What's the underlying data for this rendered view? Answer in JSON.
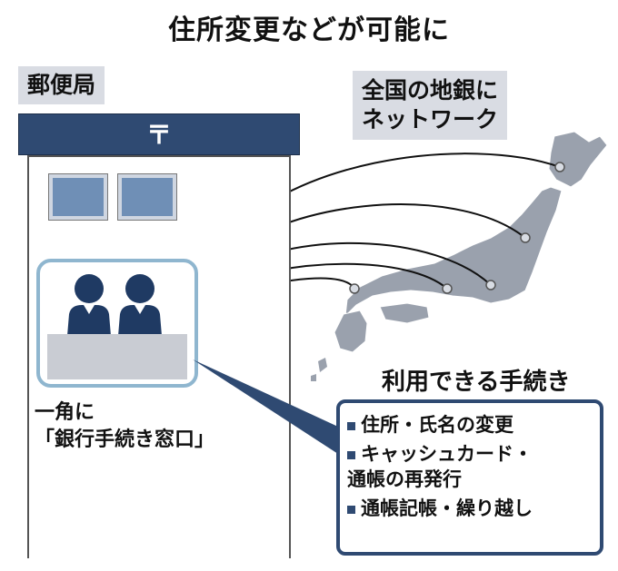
{
  "title": "住所変更などが可能に",
  "post_office": {
    "label": "郵便局",
    "mark": "〒"
  },
  "network": {
    "label_line1": "全国の地銀に",
    "label_line2": "ネットワーク"
  },
  "counter_note": {
    "line1": "一角に",
    "line2": "「銀行手続き窓口」"
  },
  "procedures": {
    "heading": "利用できる手続き",
    "items": [
      {
        "line1": "住所・氏名の変更",
        "line2": ""
      },
      {
        "line1": "キャッシュカード・",
        "line2": "通帳の再発行"
      },
      {
        "line1": "通帳記帳・繰り越し",
        "line2": ""
      }
    ]
  },
  "colors": {
    "navy": "#2f4a72",
    "gray": "#d9dce3",
    "japan": "#9aa1ad",
    "counter_frame": "#8fb6cf"
  }
}
